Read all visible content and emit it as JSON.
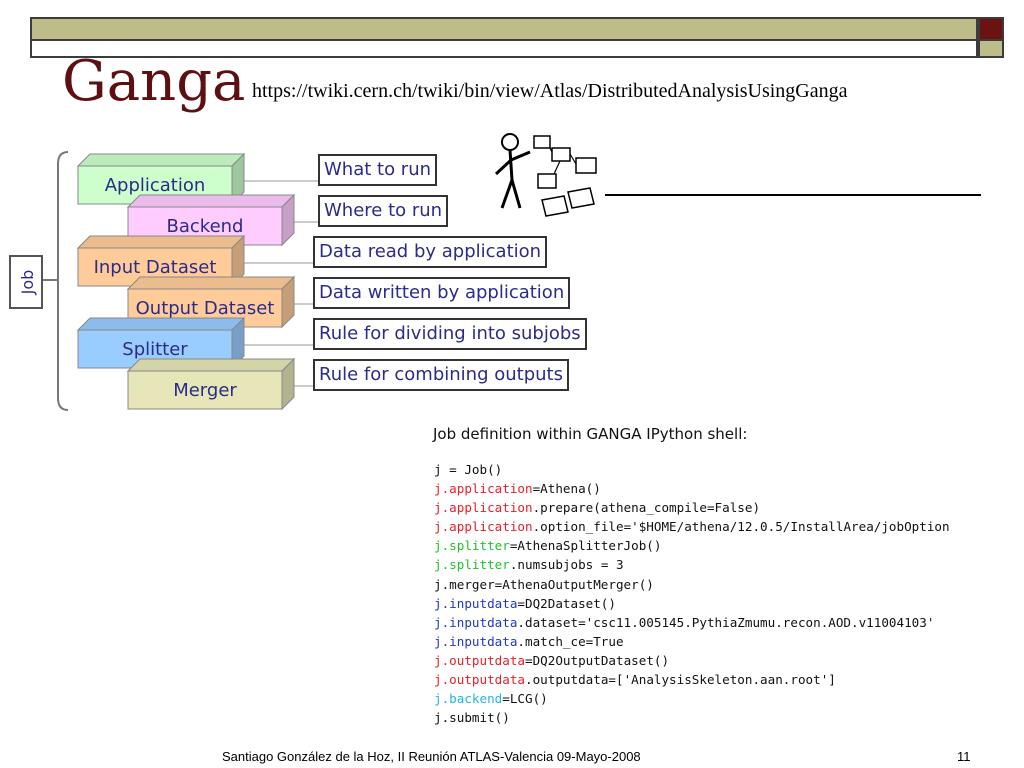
{
  "slide": {
    "title": "Ganga",
    "url": "https://twiki.cern.ch/twiki/bin/view/Atlas/DistributedAnalysisUsingGanga",
    "footer": "Santiago González de la Hoz, II Reunión  ATLAS-Valencia  09-Mayo-2008",
    "page_number": "11"
  },
  "diagram": {
    "job_label": "Job",
    "components": [
      {
        "name": "Application",
        "description": "What to run",
        "color": "#ccffcc"
      },
      {
        "name": "Backend",
        "description": "Where to run",
        "color": "#ffccff"
      },
      {
        "name": "Input Dataset",
        "description": "Data read by application",
        "color": "#ffcc99"
      },
      {
        "name": "Output Dataset",
        "description": "Data written by application",
        "color": "#ffcc99"
      },
      {
        "name": "Splitter",
        "description": "Rule for dividing into subjobs",
        "color": "#99ccff"
      },
      {
        "name": "Merger",
        "description": "Rule for combining outputs",
        "color": "#e6e6b8"
      }
    ]
  },
  "code_block": {
    "title": "Job definition within GANGA IPython shell:",
    "lines": [
      {
        "prefix": "",
        "prefix_color": "#000000",
        "rest": "j = Job()"
      },
      {
        "prefix": "j.application",
        "prefix_color": "#e8202a",
        "rest": "=Athena()"
      },
      {
        "prefix": "j.application",
        "prefix_color": "#e8202a",
        "rest": ".prepare(athena_compile=False)"
      },
      {
        "prefix": "j.application",
        "prefix_color": "#e8202a",
        "rest": ".option_file='$HOME/athena/12.0.5/InstallArea/jobOption"
      },
      {
        "prefix": "j.splitter",
        "prefix_color": "#22c02a",
        "rest": "=AthenaSplitterJob()"
      },
      {
        "prefix": "j.splitter",
        "prefix_color": "#22c02a",
        "rest": ".numsubjobs = 3"
      },
      {
        "prefix": "",
        "prefix_color": "#000000",
        "rest": "j.merger=AthenaOutputMerger()"
      },
      {
        "prefix": "j.inputdata",
        "prefix_color": "#1f38c8",
        "rest": "=DQ2Dataset()"
      },
      {
        "prefix": "j.inputdata",
        "prefix_color": "#1f38c8",
        "rest": ".dataset='csc11.005145.PythiaZmumu.recon.AOD.v11004103'"
      },
      {
        "prefix": "j.inputdata",
        "prefix_color": "#1f38c8",
        "rest": ".match_ce=True"
      },
      {
        "prefix": "j.outputdata",
        "prefix_color": "#e8202a",
        "rest": "=DQ2OutputDataset()"
      },
      {
        "prefix": "j.outputdata",
        "prefix_color": "#e8202a",
        "rest": ".outputdata=['AnalysisSkeleton.aan.root']"
      },
      {
        "prefix": "j.backend",
        "prefix_color": "#1fb6e6",
        "rest": "=LCG()"
      },
      {
        "prefix": "",
        "prefix_color": "#000000",
        "rest": "j.submit()"
      }
    ]
  }
}
